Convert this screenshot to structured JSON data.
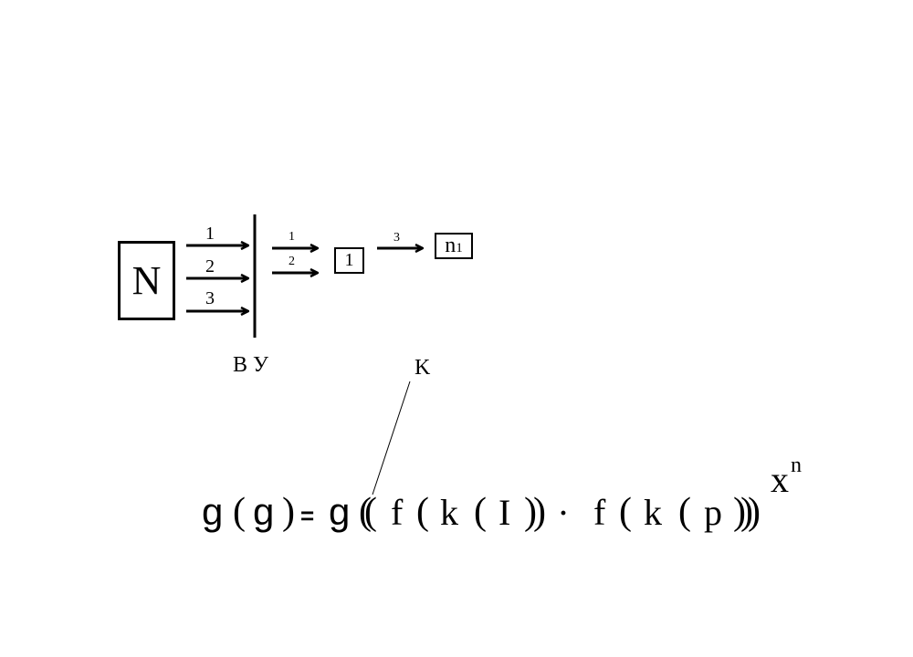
{
  "source_box": {
    "label": "N"
  },
  "input_arrows": [
    "1",
    "2",
    "3"
  ],
  "output_arrows": [
    "1",
    "2"
  ],
  "node_box": {
    "label": "1"
  },
  "link_arrow": {
    "label": "3"
  },
  "target_box": {
    "label": "n",
    "subscript": "1"
  },
  "divider_label": "В У",
  "callout_label": "K",
  "formula": {
    "tokens": [
      "g",
      "(",
      "g",
      ")",
      "=",
      "g",
      "((",
      "f",
      "(",
      "k",
      "(",
      "I",
      "))",
      "·",
      "f",
      "(",
      "k",
      "(",
      "p",
      ")))"
    ],
    "exponent_base": "x",
    "exponent": "n"
  }
}
